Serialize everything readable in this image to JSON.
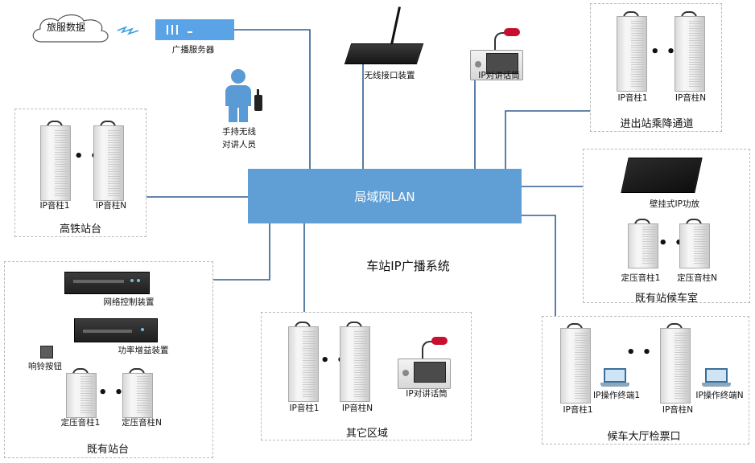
{
  "cloud_label": "旅服数据",
  "server_label": "广播服务器",
  "wireless_label": "无线接口装置",
  "intercom_label_top": "IP对讲话筒",
  "handheld_label": [
    "手持无线",
    "对讲人员"
  ],
  "lan_label": "局域网LAN",
  "system_title": "车站IP广播系统",
  "zones": {
    "gaotie": {
      "title": "高铁站台",
      "labels": [
        "IP音柱1",
        "IP音柱N"
      ]
    },
    "jinchu": {
      "title": "进出站乘降通道",
      "labels": [
        "IP音柱1",
        "IP音柱N"
      ]
    },
    "houche_room": {
      "title": "既有站候车室",
      "amp_label": "壁挂式IP功放",
      "labels": [
        "定压音柱1",
        "定压音柱N"
      ]
    },
    "jiyou_platform": {
      "title": "既有站台",
      "net_ctrl": "网络控制装置",
      "power_amp": "功率增益装置",
      "bell": "响铃按钮",
      "labels": [
        "定压音柱1",
        "定压音柱N"
      ]
    },
    "other": {
      "title": "其它区域",
      "labels": [
        "IP音柱1",
        "IP音柱N"
      ],
      "mic_label": "IP对讲话筒"
    },
    "hall": {
      "title": "候车大厅检票口",
      "terminals": [
        "IP操作终端1",
        "IP操作终端N"
      ],
      "labels": [
        "IP音柱1",
        "IP音柱N"
      ]
    }
  },
  "ellipsis": "• • •",
  "colors": {
    "lan": "#5f9fd6",
    "server": "#5aa3e6",
    "wire": "#2f5f8f",
    "mic_head": "#c8102e"
  }
}
